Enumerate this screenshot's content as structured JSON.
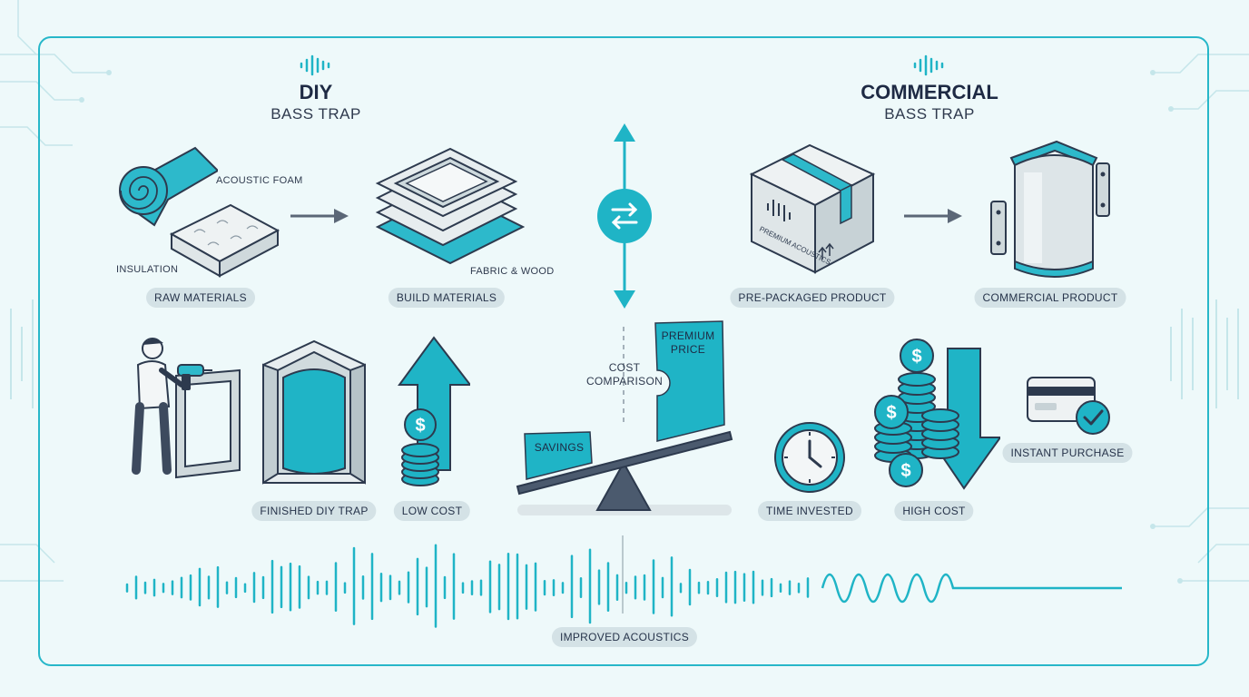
{
  "diy": {
    "title": "DIY",
    "subtitle": "BASS TRAP"
  },
  "commercial": {
    "title": "COMMERCIAL",
    "subtitle": "BASS TRAP"
  },
  "labels": {
    "acoustic_foam": "ACOUSTIC FOAM",
    "insulation": "INSULATION",
    "fabric_wood": "FABRIC & WOOD",
    "cost_comparison": "COST\nCOMPARISON",
    "premium_price": "PREMIUM\nPRICE",
    "savings": "SAVINGS",
    "box_brand": "PREMIUM ACOUSTICS"
  },
  "pills": {
    "raw_materials": "RAW MATERIALS",
    "build_materials": "BUILD MATERIALS",
    "pre_packaged": "PRE-PACKAGED PRODUCT",
    "commercial_product": "COMMERCIAL PRODUCT",
    "finished_diy": "FINISHED DIY TRAP",
    "low_cost": "LOW COST",
    "time_invested": "TIME INVESTED",
    "high_cost": "HIGH COST",
    "instant_purchase": "INSTANT PURCHASE",
    "improved_acoustics": "IMPROVED ACOUSTICS"
  },
  "colors": {
    "accent": "#1fb4c6",
    "dark": "#2d3a4e",
    "light_gray": "#d4e2e6",
    "frame": "#27b7c9"
  },
  "icons": [
    "sound-wave-icon",
    "foam-roll-icon",
    "insulation-icon",
    "frame-stack-icon",
    "swap-icon",
    "box-icon",
    "commercial-trap-icon",
    "person-drill-icon",
    "diy-trap-icon",
    "dollar-coin-icon",
    "arrow-up-icon",
    "arrow-down-icon",
    "seesaw-icon",
    "clock-icon",
    "credit-card-icon",
    "checkmark-icon"
  ]
}
